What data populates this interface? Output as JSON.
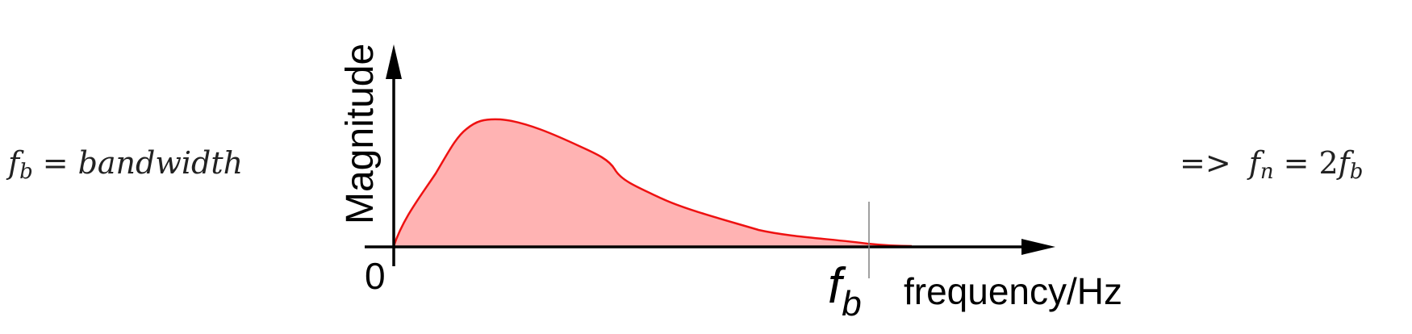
{
  "left_equation": {
    "symbol": "f",
    "subscript": "b",
    "operator": "=",
    "value": "bandwidth"
  },
  "right_equation": {
    "prefix": "=>",
    "symbol": "f",
    "subscript": "n",
    "operator": "=",
    "coefficient": "2",
    "rhs_symbol": "f",
    "rhs_subscript": "b"
  },
  "diagram": {
    "y_axis_label": "Magnitude",
    "x_axis_label": "frequency/Hz",
    "origin_label": "0",
    "marker_symbol": "f",
    "marker_subscript": "b",
    "fill_color": "#ffb3b3",
    "curve_color": "#ee1111",
    "axis_color": "#000000",
    "marker_line_color": "#808080"
  }
}
